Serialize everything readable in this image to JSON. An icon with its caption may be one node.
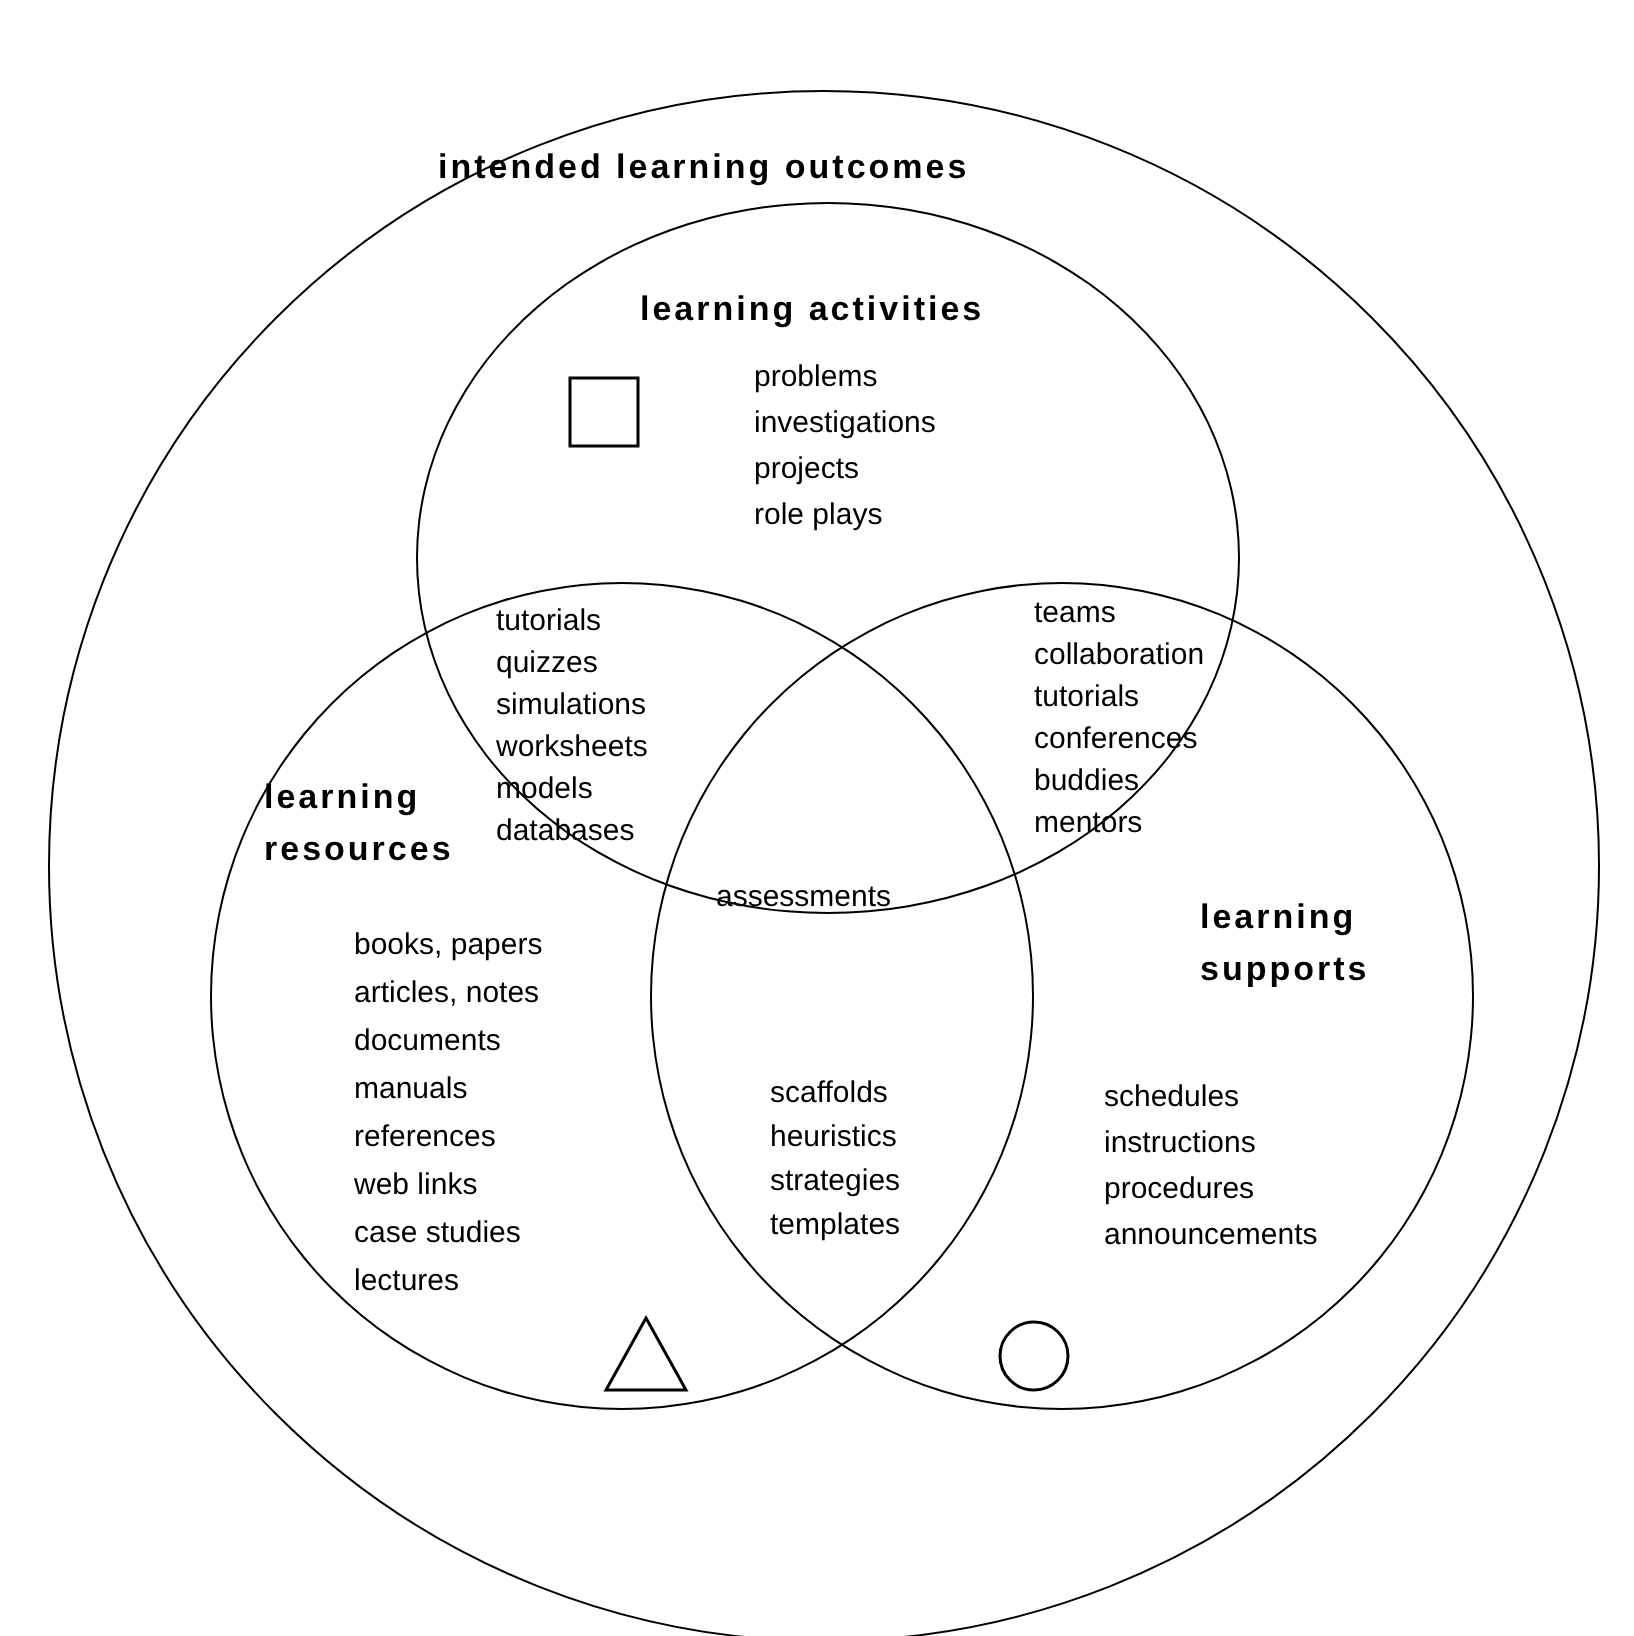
{
  "diagram": {
    "nodes": [
      {
        "text": [
          "intended learning outcomes"
        ]
      },
      {
        "text": [
          "learning activities",
          "problems",
          "investigations",
          "projects",
          "role plays"
        ],
        "in": 0
      },
      {
        "text": [
          "learning resources",
          "books, papers",
          "articles, notes",
          "documents",
          "manuals",
          "references",
          "web links",
          "case studies",
          "lectures"
        ],
        "in": 0
      },
      {
        "text": [
          "learning supports",
          "schedules",
          "instructions",
          "procedures",
          "announcements"
        ],
        "in": 0
      }
    ],
    "edges": [],
    "labels": [
      "tutorials",
      "quizzes",
      "simulations",
      "worksheets",
      "models",
      "databases",
      "teams",
      "collaboration",
      "tutorials",
      "conferences",
      "buddies",
      "mentors",
      "assessments",
      "scaffolds",
      "heuristics",
      "strategies",
      "templates"
    ]
  }
}
